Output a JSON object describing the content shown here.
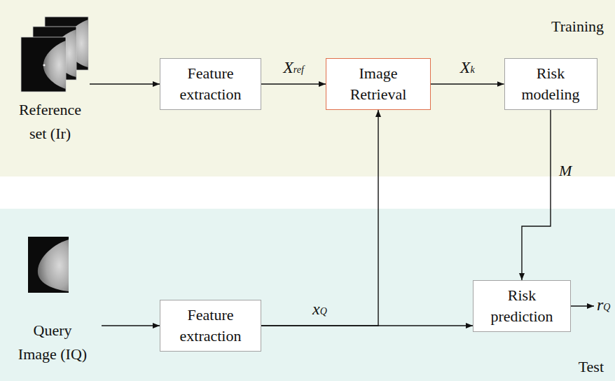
{
  "diagram": {
    "nodes": [
      {
        "text": [
          "Reference set (Ir)"
        ]
      },
      {
        "text": [
          "Feature extraction"
        ]
      },
      {
        "text": [
          "Image Retrieval"
        ]
      },
      {
        "text": [
          "Risk modeling"
        ]
      },
      {
        "text": [
          "Query Image (IQ)"
        ]
      },
      {
        "text": [
          "Feature extraction"
        ]
      },
      {
        "text": [
          "Risk prediction"
        ]
      }
    ],
    "edges": [
      {
        "from": 0,
        "to": 1,
        "arrow": "to"
      },
      {
        "from": 1,
        "to": 2,
        "label": "Xref",
        "arrow": "to"
      },
      {
        "from": 2,
        "to": 3,
        "label": "Xk",
        "arrow": "to"
      },
      {
        "from": 3,
        "to": 6,
        "label": "M",
        "arrow": "to"
      },
      {
        "from": 4,
        "to": 5,
        "arrow": "to"
      },
      {
        "from": 5,
        "to": 2,
        "arrow": "to"
      },
      {
        "from": 5,
        "to": 6,
        "label": "xQ",
        "arrow": "to"
      }
    ],
    "labels": [
      "Training",
      "Test",
      "rQ"
    ]
  }
}
